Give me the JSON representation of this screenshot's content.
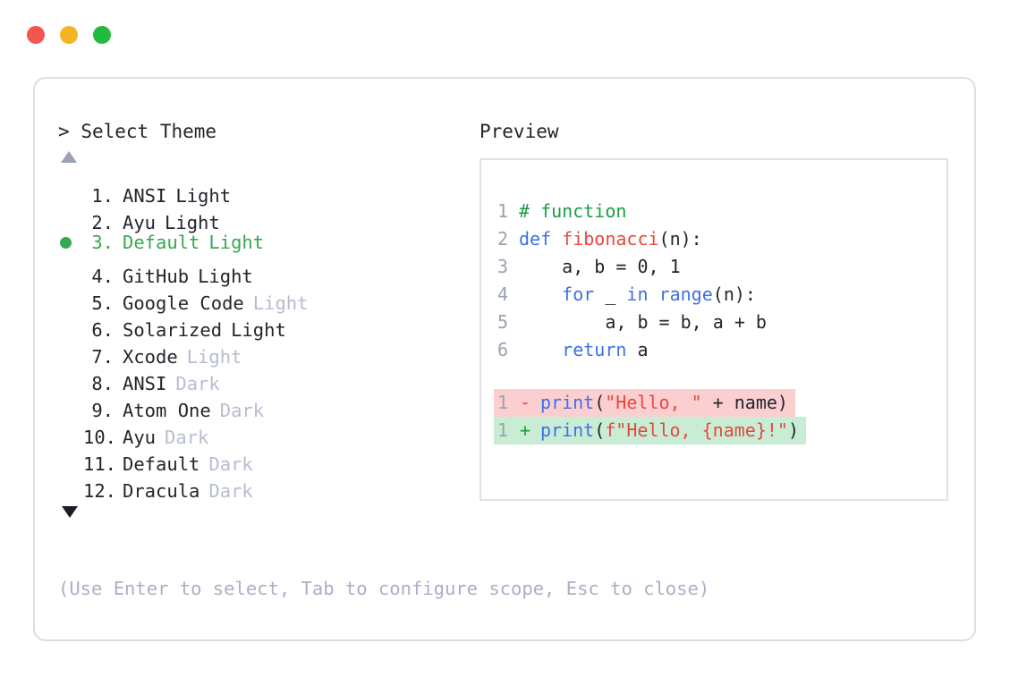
{
  "window": {
    "traffic_lights": [
      {
        "name": "close",
        "color": "#f2564f"
      },
      {
        "name": "minimize",
        "color": "#f5b425"
      },
      {
        "name": "maximize",
        "color": "#22bb3d"
      }
    ]
  },
  "colors": {
    "accent_green": "#35a853",
    "muted": "#b7bdd0",
    "hint": "#a9b0c6",
    "text": "#24252c",
    "line_number": "#9aa3b2",
    "diff_del_bg": "#fbcfcf",
    "diff_add_bg": "#c9ecd4",
    "syntax_comment": "#1a9e43",
    "syntax_keyword": "#3f6fe8",
    "syntax_function": "#e8473f",
    "syntax_string": "#e8473f",
    "card_border": "#dcdee7",
    "panel_border": "#dfe2ea"
  },
  "selector": {
    "prompt_marker": ">",
    "prompt_label": "Select Theme",
    "scroll_up_icon": "triangle-up-icon",
    "scroll_down_icon": "triangle-down-icon",
    "selected_index": 3,
    "items": [
      {
        "number": "1.",
        "name": "ANSI",
        "variant": "Light",
        "variant_muted": false,
        "selected": false
      },
      {
        "number": "2.",
        "name": "Ayu",
        "variant": "Light",
        "variant_muted": false,
        "selected": false
      },
      {
        "number": "3.",
        "name": "Default",
        "variant": "Light",
        "variant_muted": false,
        "selected": true
      },
      {
        "number": "4.",
        "name": "GitHub",
        "variant": "Light",
        "variant_muted": false,
        "selected": false
      },
      {
        "number": "5.",
        "name": "Google Code",
        "variant": "Light",
        "variant_muted": true,
        "selected": false
      },
      {
        "number": "6.",
        "name": "Solarized",
        "variant": "Light",
        "variant_muted": false,
        "selected": false
      },
      {
        "number": "7.",
        "name": "Xcode",
        "variant": "Light",
        "variant_muted": true,
        "selected": false
      },
      {
        "number": "8.",
        "name": "ANSI",
        "variant": "Dark",
        "variant_muted": true,
        "selected": false
      },
      {
        "number": "9.",
        "name": "Atom One",
        "variant": "Dark",
        "variant_muted": true,
        "selected": false
      },
      {
        "number": "10.",
        "name": "Ayu",
        "variant": "Dark",
        "variant_muted": true,
        "selected": false
      },
      {
        "number": "11.",
        "name": "Default",
        "variant": "Dark",
        "variant_muted": true,
        "selected": false
      },
      {
        "number": "12.",
        "name": "Dracula",
        "variant": "Dark",
        "variant_muted": true,
        "selected": false
      }
    ]
  },
  "preview": {
    "title": "Preview",
    "code_lines": [
      {
        "number": "1",
        "tokens": [
          {
            "text": "# function",
            "type": "comment"
          }
        ]
      },
      {
        "number": "2",
        "tokens": [
          {
            "text": "def ",
            "type": "keyword"
          },
          {
            "text": "fibonacci",
            "type": "func"
          },
          {
            "text": "(n):",
            "type": "plain"
          }
        ]
      },
      {
        "number": "3",
        "tokens": [
          {
            "text": "    a, b = 0, 1",
            "type": "plain"
          }
        ]
      },
      {
        "number": "4",
        "tokens": [
          {
            "text": "    ",
            "type": "plain"
          },
          {
            "text": "for",
            "type": "keyword"
          },
          {
            "text": " _ ",
            "type": "plain"
          },
          {
            "text": "in",
            "type": "keyword"
          },
          {
            "text": " ",
            "type": "plain"
          },
          {
            "text": "range",
            "type": "builtin"
          },
          {
            "text": "(n):",
            "type": "plain"
          }
        ]
      },
      {
        "number": "5",
        "tokens": [
          {
            "text": "        a, b = b, a + b",
            "type": "plain"
          }
        ]
      },
      {
        "number": "6",
        "tokens": [
          {
            "text": "    ",
            "type": "plain"
          },
          {
            "text": "return",
            "type": "keyword"
          },
          {
            "text": " a",
            "type": "plain"
          }
        ]
      }
    ],
    "diff_lines": [
      {
        "number": "1",
        "sign": "-",
        "kind": "del",
        "tokens": [
          {
            "text": "print",
            "type": "blue"
          },
          {
            "text": "(",
            "type": "plain"
          },
          {
            "text": "\"Hello, \"",
            "type": "string"
          },
          {
            "text": " + name)",
            "type": "plain"
          }
        ]
      },
      {
        "number": "1",
        "sign": "+",
        "kind": "add",
        "tokens": [
          {
            "text": "print",
            "type": "blue"
          },
          {
            "text": "(",
            "type": "plain"
          },
          {
            "text": "f\"Hello, {name}!\"",
            "type": "string"
          },
          {
            "text": ")",
            "type": "plain"
          }
        ]
      }
    ]
  },
  "footer": {
    "hint": "(Use Enter to select, Tab to configure scope, Esc to close)"
  }
}
